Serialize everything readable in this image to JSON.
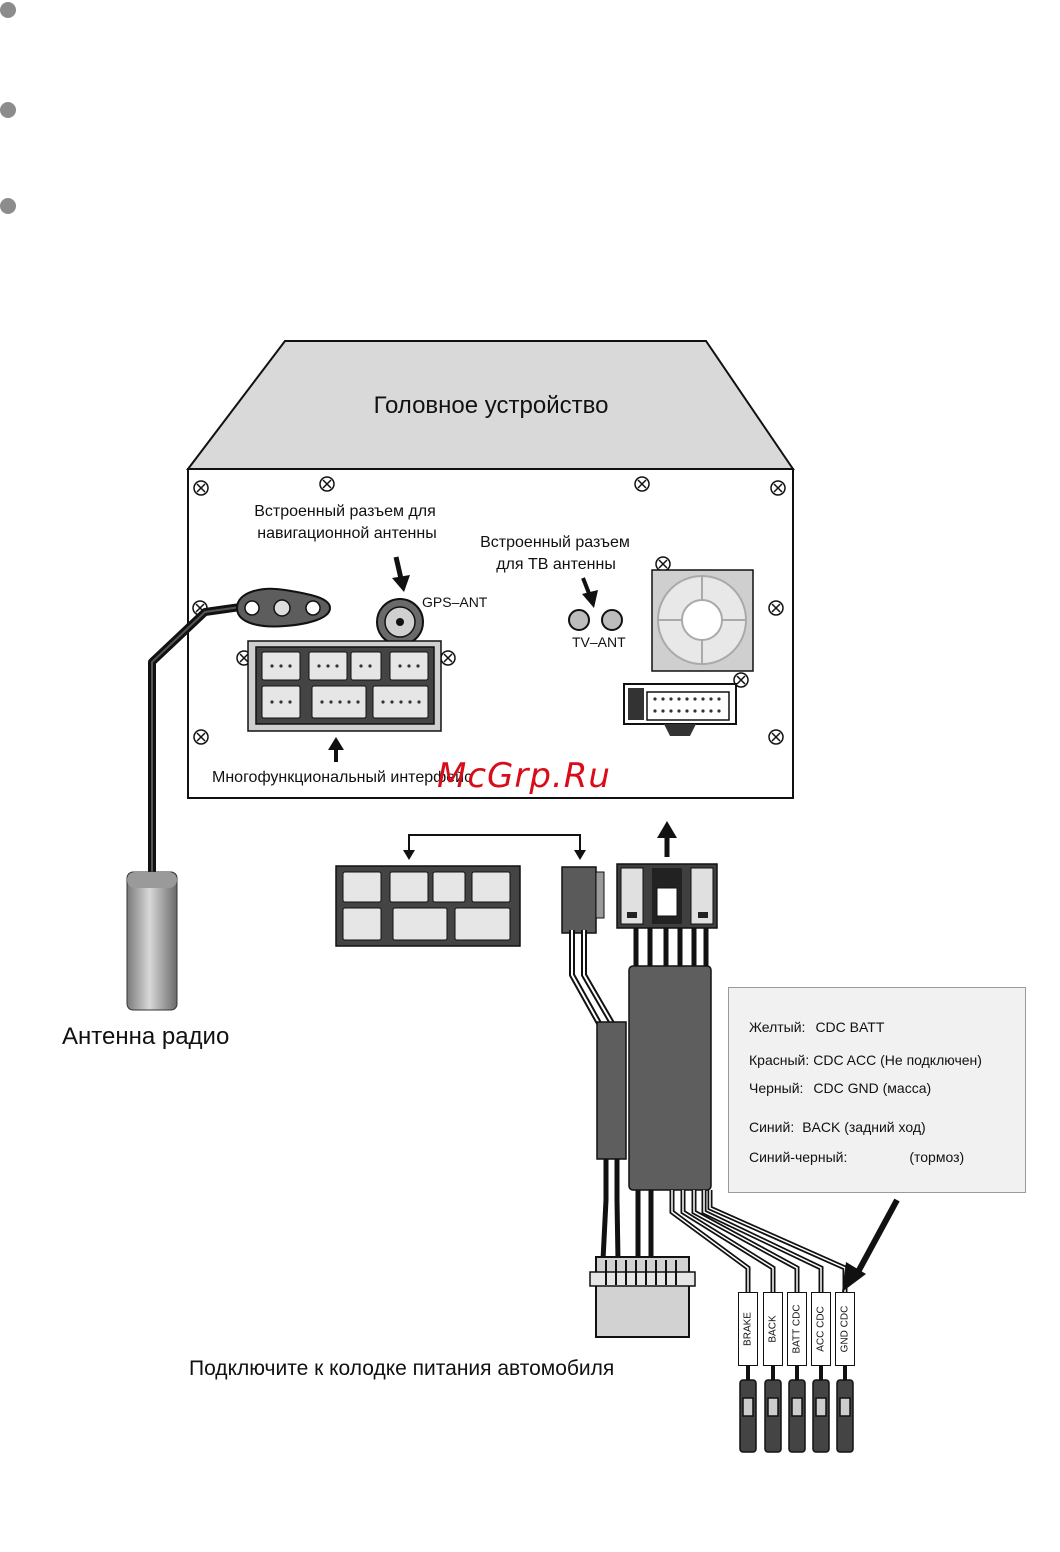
{
  "title": "Головное устройство",
  "labels": {
    "gps_builtin_line1": "Встроенный разъем для",
    "gps_builtin_line2": "навигационной антенны",
    "gps_ant": "GPS–ANT",
    "tv_builtin_line1": "Встроенный разъем",
    "tv_builtin_line2": "для ТВ антенны",
    "tv_ant": "TV–ANT",
    "multi_interface": "Многофункциональный интерфейс",
    "radio_antenna": "Антенна радио",
    "connect_power": "Подключите к колодке питания автомобиля"
  },
  "legend": [
    {
      "color_name": "Желтый",
      "sep": ":",
      "signal": "CDC  BATT"
    },
    {
      "color_name": "Красный",
      "sep": ":",
      "signal": "CDC ACC  (Не подключен)"
    },
    {
      "color_name": "Черный",
      "sep": ":",
      "signal": "CDC GND (масса)"
    },
    {
      "color_name": "Синий",
      "sep": ":",
      "signal": "BACK (задний ход)"
    },
    {
      "color_name": "Синий-черный",
      "sep": ":",
      "signal": "(тормоз)"
    }
  ],
  "wire_tags": [
    "BRAKE",
    "BACK",
    "BATT CDC",
    "ACC CDC",
    "GND CDC"
  ],
  "watermark": "McGrp.Ru"
}
